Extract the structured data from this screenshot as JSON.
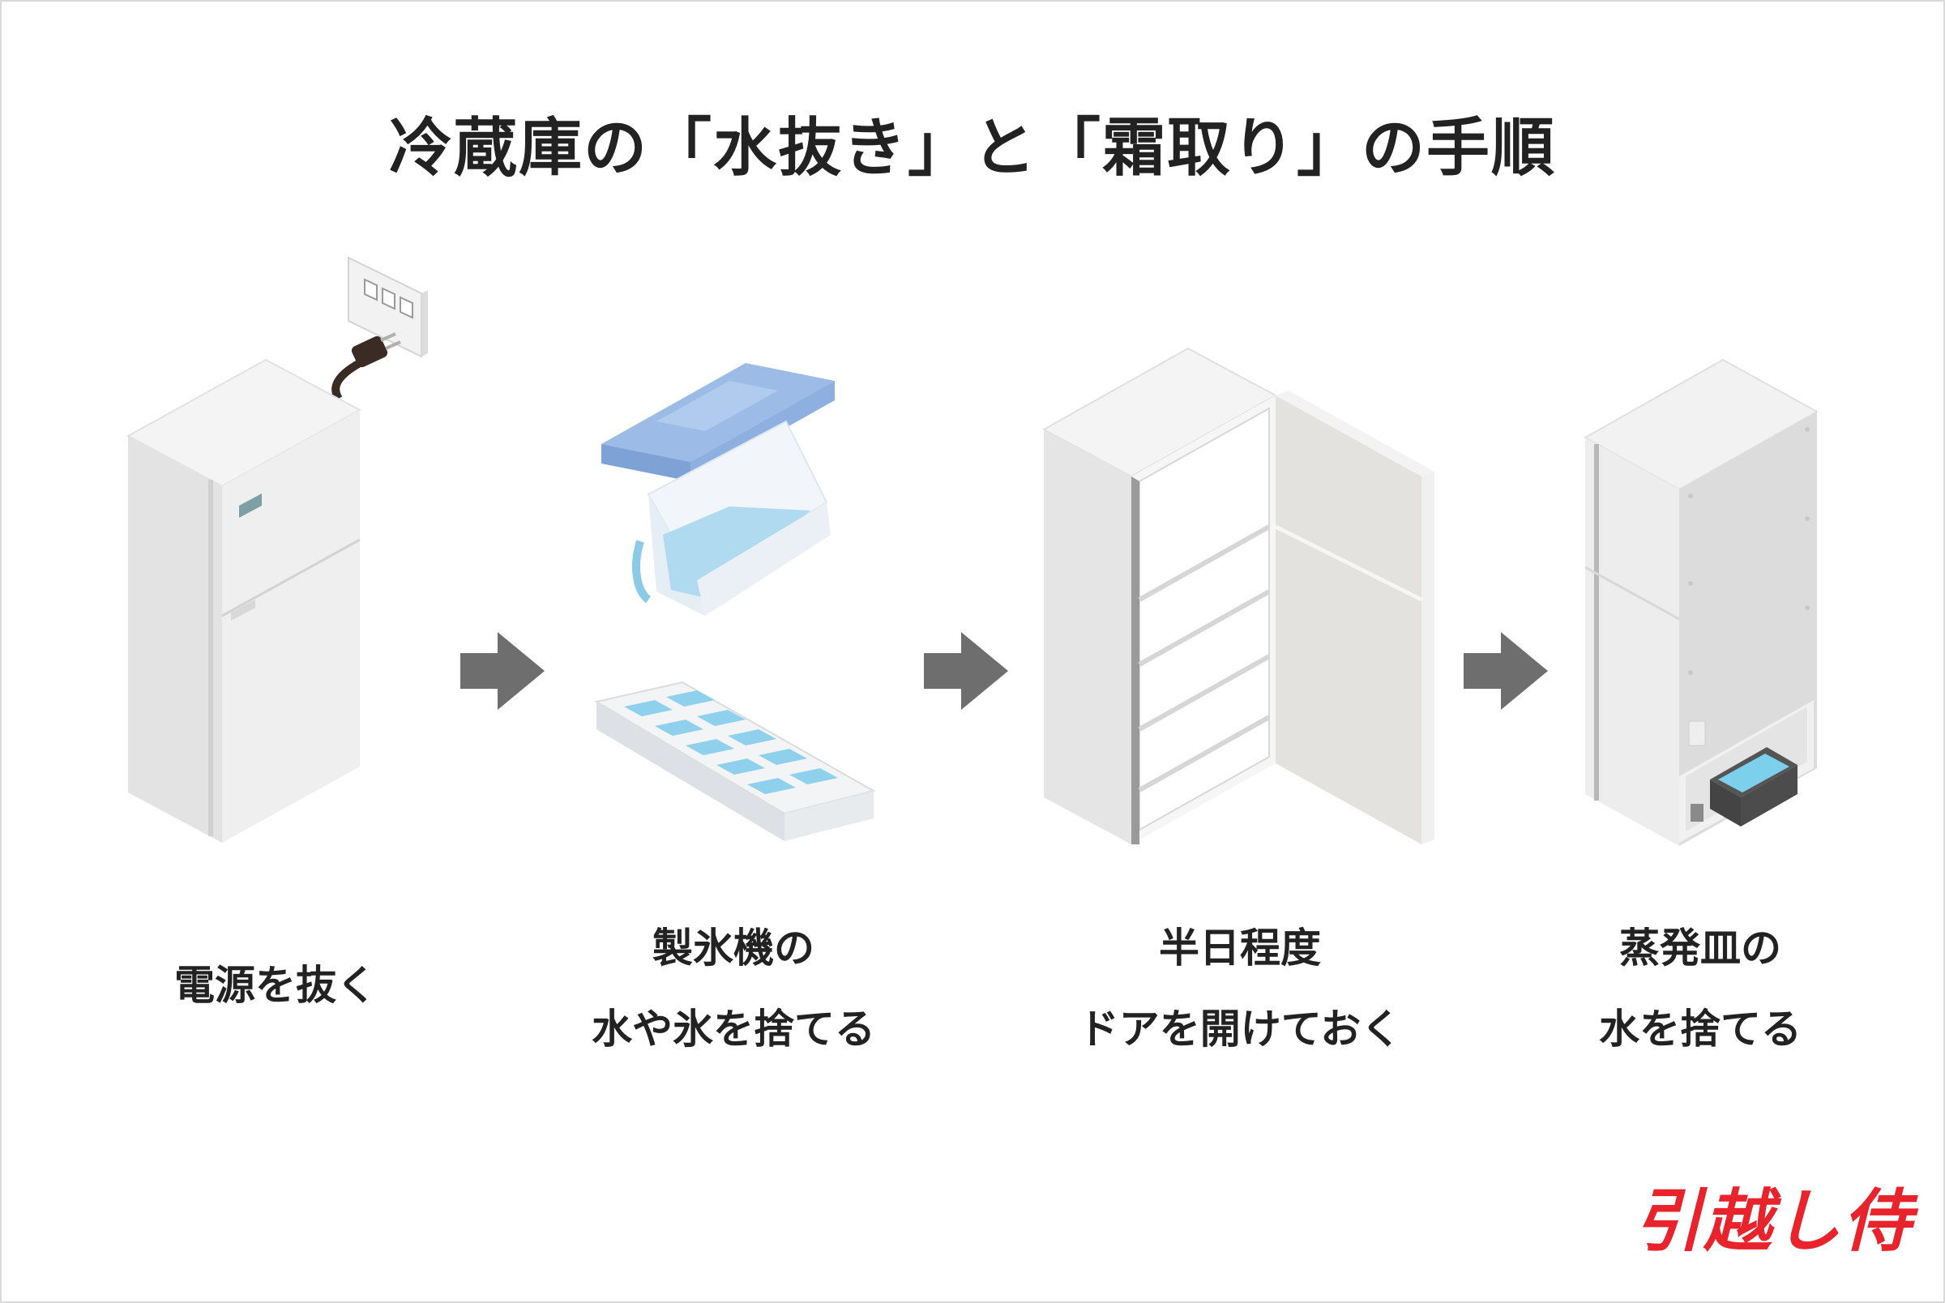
{
  "title": "冷蔵庫の「水抜き」と「霜取り」の手順",
  "steps": [
    {
      "line1": "電源を抜く",
      "line2": ""
    },
    {
      "line1": "製氷機の",
      "line2": "水や氷を捨てる"
    },
    {
      "line1": "半日程度",
      "line2": "ドアを開けておく"
    },
    {
      "line1": "蒸発皿の",
      "line2": "水を捨てる"
    }
  ],
  "brand": "引越し侍",
  "colors": {
    "arrow": "#6e6e6e",
    "ice_blue": "#8fb4e0",
    "water": "#9fd3ea",
    "brand": "#e8232b"
  },
  "icons": [
    "refrigerator-icon",
    "wall-outlet-icon",
    "plug-icon",
    "arrow-right-icon",
    "ice-tray-icon",
    "water-tank-icon",
    "open-refrigerator-icon",
    "evaporation-tray-icon"
  ]
}
